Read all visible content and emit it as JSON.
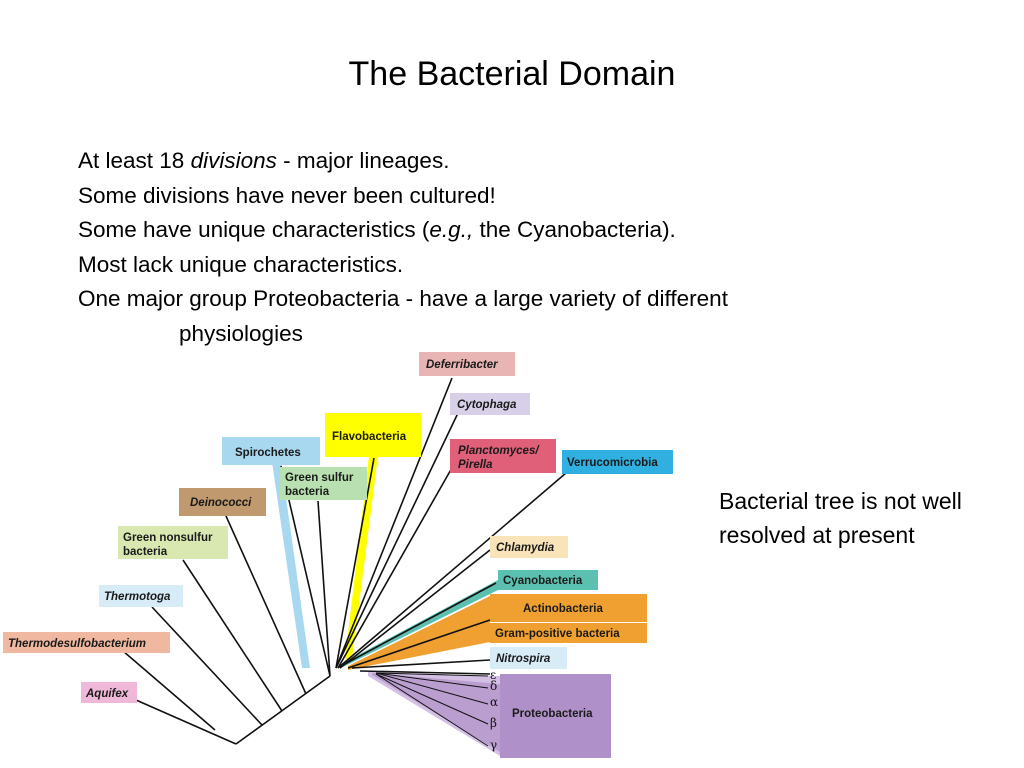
{
  "slide": {
    "title": "The Bacterial Domain",
    "bullets": {
      "line1_a": "At least 18 ",
      "line1_b": "divisions",
      "line1_c": " - major lineages.",
      "line2": "Some divisions have never been cultured!",
      "line3_a": "Some have unique characteristics (",
      "line3_b": "e.g.,",
      "line3_c": " the Cyanobacteria).",
      "line4": "Most lack unique characteristics.",
      "line5": "One major group Proteobacteria - have a large variety of different",
      "line5_cont": "physiologies"
    },
    "note": "Bacterial tree is not well resolved at present"
  },
  "tree": {
    "labels": {
      "deferribacter": "Deferribacter",
      "cytophaga": "Cytophaga",
      "flavobacteria": "Flavobacteria",
      "spirochetes": "Spirochetes",
      "planctomyces_1": "Planctomyces/",
      "planctomyces_2": "Pirella",
      "verrucomicrobia": "Verrucomicrobia",
      "green_sulfur_1": "Green sulfur",
      "green_sulfur_2": "bacteria",
      "deinococci": "Deinococci",
      "green_nonsulfur_1": "Green nonsulfur",
      "green_nonsulfur_2": "bacteria",
      "chlamydia": "Chlamydia",
      "cyanobacteria": "Cyanobacteria",
      "actinobacteria": "Actinobacteria",
      "gram_positive": "Gram-positive bacteria",
      "thermotoga": "Thermotoga",
      "nitrospira": "Nitrospira",
      "thermodesulfobacterium": "Thermodesulfobacterium",
      "aquifex": "Aquifex",
      "proteobacteria": "Proteobacteria"
    },
    "proteo_subgroups": [
      "ε",
      "δ",
      "α",
      "β",
      "γ"
    ],
    "colors": {
      "deferribacter": "#e8b4b4",
      "cytophaga": "#d8d0e8",
      "flavobacteria": "#ffff00",
      "spirochetes": "#a8d8f0",
      "planctomyces": "#e0607a",
      "verrucomicrobia": "#30b0e0",
      "green_sulfur": "#b8e0b0",
      "deinococci": "#c09a6e",
      "green_nonsulfur": "#d8e8b0",
      "chlamydia": "#f8e4b8",
      "cyanobacteria": "#5cc0b0",
      "actinobacteria": "#f0a030",
      "gram_positive": "#f0a030",
      "thermotoga": "#d8ecf8",
      "nitrospira": "#d8ecf8",
      "thermodesulfobacterium": "#f0b8a0",
      "aquifex": "#f0b8d8",
      "proteobacteria": "#b090c8"
    }
  }
}
